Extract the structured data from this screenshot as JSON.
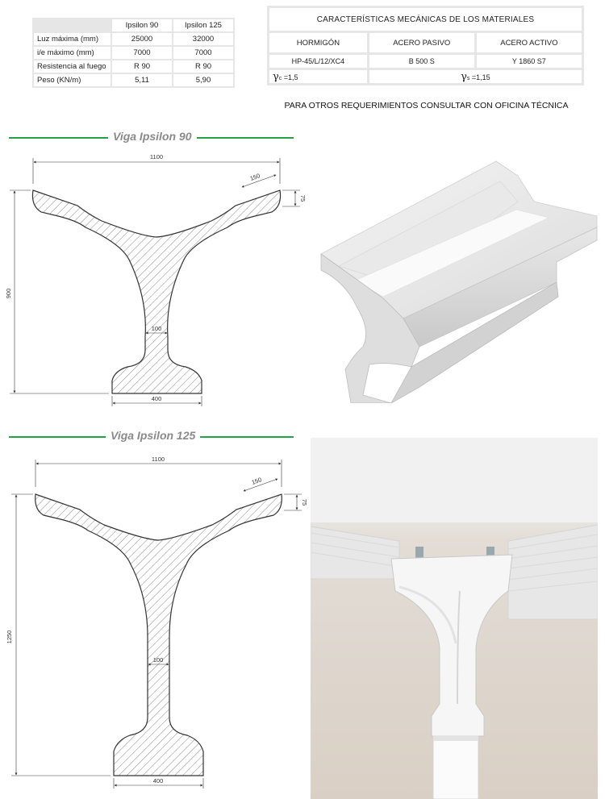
{
  "properties_table": {
    "headers": [
      "Ipsilon 90",
      "Ipsilon 125"
    ],
    "rows": [
      {
        "label": "Luz máxima (mm)",
        "values": [
          "25000",
          "32000"
        ]
      },
      {
        "label": "i/e máximo (mm)",
        "values": [
          "7000",
          "7000"
        ]
      },
      {
        "label": "Resistencia al fuego",
        "values": [
          "R 90",
          "R 90"
        ]
      },
      {
        "label": "Peso  (KN/m)",
        "values": [
          "5,11",
          "5,90"
        ]
      }
    ]
  },
  "materials_table": {
    "title": "CARACTERÍSTICAS MECÁNICAS DE LOS MATERIALES",
    "headers": [
      "HORMIGÓN",
      "ACERO PASIVO",
      "ACERO ACTIVO"
    ],
    "values": [
      "HP-45/L/12/XC4",
      "B 500 S",
      "Y 1860 S7"
    ],
    "gamma_c": {
      "symbol": "γ",
      "sub": "c",
      "value": " =1,5"
    },
    "gamma_s": {
      "symbol": "γ",
      "sub": "s",
      "value": " =1,15"
    }
  },
  "note": "PARA OTROS REQUERIMIENTOS CONSULTAR CON OFICINA TÉCNICA",
  "beam90": {
    "title": "Viga Ipsilon 90",
    "dims": {
      "width": "1100",
      "flange": "150",
      "lip": "75",
      "height": "900",
      "web": "100",
      "base": "400"
    }
  },
  "beam125": {
    "title": "Viga Ipsilon 125",
    "dims": {
      "width": "1100",
      "flange": "150",
      "lip": "75",
      "height": "1250",
      "web": "100",
      "base": "400"
    }
  },
  "colors": {
    "accent_line": "#22a345",
    "heading": "#8a8a8a",
    "table_border": "#e6e6e6"
  }
}
